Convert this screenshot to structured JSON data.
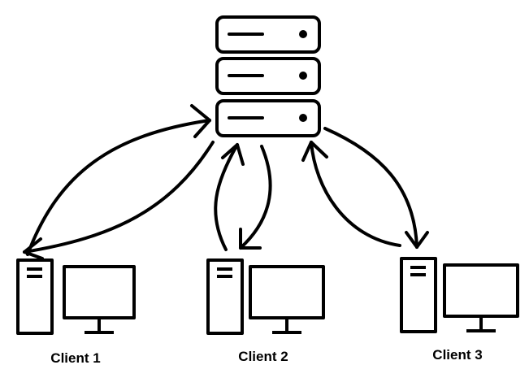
{
  "diagram": {
    "server": {
      "icon": "server-rack-icon",
      "units": 3
    },
    "clients": [
      {
        "label": "Client 1",
        "icon": "desktop-computer-icon"
      },
      {
        "label": "Client 2",
        "icon": "desktop-computer-icon"
      },
      {
        "label": "Client 3",
        "icon": "desktop-computer-icon"
      }
    ],
    "connections": [
      {
        "from": "client-1",
        "to": "server"
      },
      {
        "from": "server",
        "to": "client-1"
      },
      {
        "from": "client-2",
        "to": "server"
      },
      {
        "from": "server",
        "to": "client-2"
      },
      {
        "from": "client-3",
        "to": "server"
      },
      {
        "from": "server",
        "to": "client-3"
      }
    ],
    "colors": {
      "stroke": "#000000",
      "background": "#ffffff"
    }
  }
}
